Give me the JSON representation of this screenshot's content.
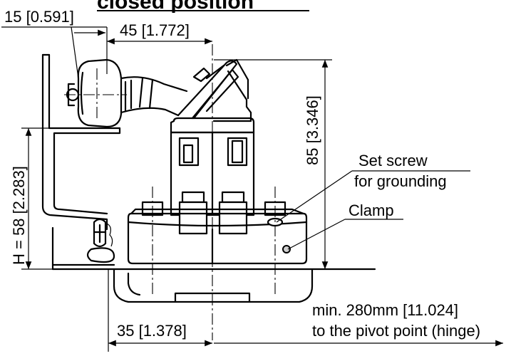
{
  "drawing": {
    "title": "closed position",
    "dimensions": {
      "offset_top": "15 [0.591]",
      "width_top": "45 [1.772]",
      "height_right": "85 [3.346]",
      "height_left": "H = 58 [2.283]",
      "width_bottom": "35 [1.378]"
    },
    "callouts": {
      "set_screw_line1": "Set screw",
      "set_screw_line2": "for grounding",
      "clamp": "Clamp",
      "pivot_line1": "min. 280mm [11.024]",
      "pivot_line2": "to the pivot point (hinge)"
    }
  }
}
